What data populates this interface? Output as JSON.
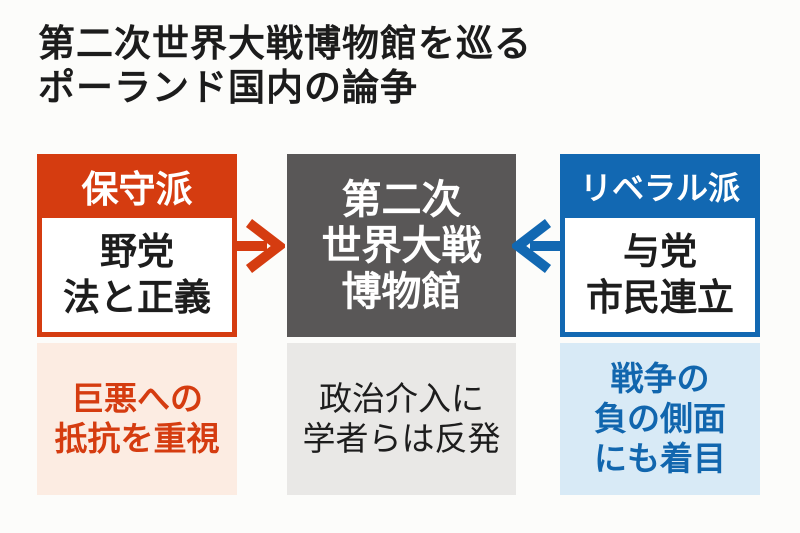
{
  "title": {
    "line1": "第二次世界大戦博物館を巡る",
    "line2": "ポーランド国内の論争"
  },
  "colors": {
    "conservative_red": "#d53c10",
    "liberal_blue": "#1268b2",
    "museum_gray": "#595757",
    "conservative_note_bg": "#fcece2",
    "neutral_note_bg": "#e9e8e6",
    "liberal_note_bg": "#d8eaf6",
    "page_bg": "#fcfcfa"
  },
  "conservative": {
    "header": "保守派",
    "party_line1": "野党",
    "party_line2": "法と正義",
    "stance_line1": "巨悪への",
    "stance_line2": "抵抗を重視"
  },
  "museum": {
    "name_line1": "第二次",
    "name_line2": "世界大戦",
    "name_line3": "博物館",
    "reaction_line1": "政治介入に",
    "reaction_line2": "学者らは反発"
  },
  "liberal": {
    "header": "リベラル派",
    "party_line1": "与党",
    "party_line2": "市民連立",
    "stance_line1": "戦争の",
    "stance_line2": "負の側面",
    "stance_line3": "にも着目"
  },
  "icons": {
    "red_arrow": "arrow-right",
    "blue_arrow": "arrow-left"
  }
}
